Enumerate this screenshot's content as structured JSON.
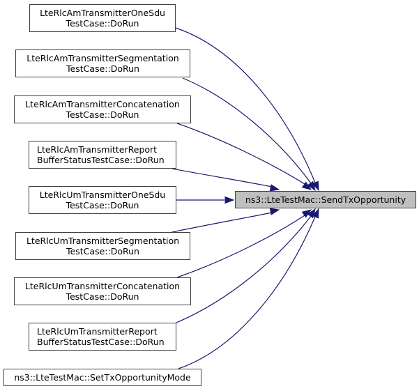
{
  "target": {
    "label": "ns3::LteTestMac::SendTxOpportunity"
  },
  "callers": [
    {
      "id": "am-onesdu",
      "lines": [
        "LteRlcAmTransmitterOneSdu",
        "TestCase::DoRun"
      ]
    },
    {
      "id": "am-segmentation",
      "lines": [
        "LteRlcAmTransmitterSegmentation",
        "TestCase::DoRun"
      ]
    },
    {
      "id": "am-concatenation",
      "lines": [
        "LteRlcAmTransmitterConcatenation",
        "TestCase::DoRun"
      ]
    },
    {
      "id": "am-report",
      "lines": [
        "LteRlcAmTransmitterReport",
        "BufferStatusTestCase::DoRun"
      ]
    },
    {
      "id": "um-onesdu",
      "lines": [
        "LteRlcUmTransmitterOneSdu",
        "TestCase::DoRun"
      ]
    },
    {
      "id": "um-segmentation",
      "lines": [
        "LteRlcUmTransmitterSegmentation",
        "TestCase::DoRun"
      ]
    },
    {
      "id": "um-concatenation",
      "lines": [
        "LteRlcUmTransmitterConcatenation",
        "TestCase::DoRun"
      ]
    },
    {
      "id": "um-report",
      "lines": [
        "LteRlcUmTransmitterReport",
        "BufferStatusTestCase::DoRun"
      ]
    },
    {
      "id": "set-mode",
      "lines": [
        "ns3::LteTestMac::SetTxOpportunityMode"
      ]
    }
  ],
  "colors": {
    "edge": "#191970",
    "border": "#404040",
    "target_fill": "#bfbfbf"
  }
}
